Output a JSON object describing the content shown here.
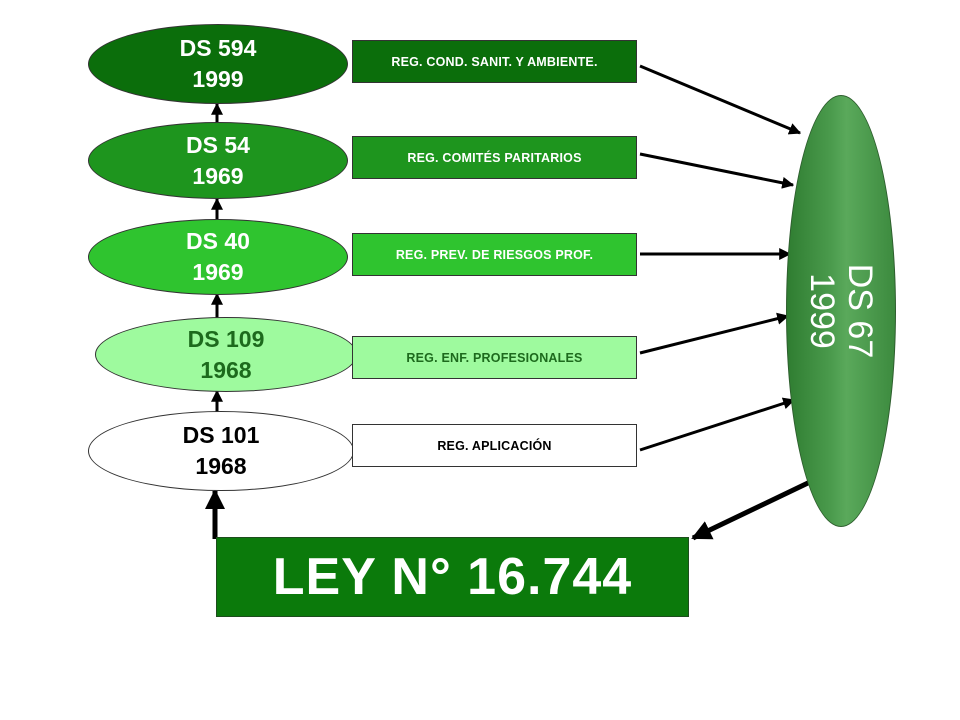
{
  "decrees": [
    {
      "code": "DS 594",
      "year": "1999"
    },
    {
      "code": "DS 54",
      "year": "1969"
    },
    {
      "code": "DS 40",
      "year": "1969"
    },
    {
      "code": "DS 109",
      "year": "1968"
    },
    {
      "code": "DS 101",
      "year": "1968"
    }
  ],
  "regulations": [
    "REG. COND. SANIT. Y AMBIENTE.",
    "REG. COMITÉS PARITARIOS",
    "REG. PREV. DE RIESGOS PROF.",
    "REG. ENF. PROFESIONALES",
    "REG. APLICACIÓN"
  ],
  "central": {
    "code": "DS 67",
    "year": "1999"
  },
  "law": "LEY N° 16.744",
  "colors": {
    "ds594": "#0b6e0b",
    "ds54": "#1e951e",
    "ds40": "#2fc42f",
    "ds109": "#9efa9e",
    "ds101": "#ffffff",
    "reg594": "#0b6e0b",
    "reg54": "#1e951e",
    "reg40": "#2fc42f",
    "reg109": "#9efa9e",
    "law": "#0b7a0b",
    "central": "#3f8f41"
  }
}
